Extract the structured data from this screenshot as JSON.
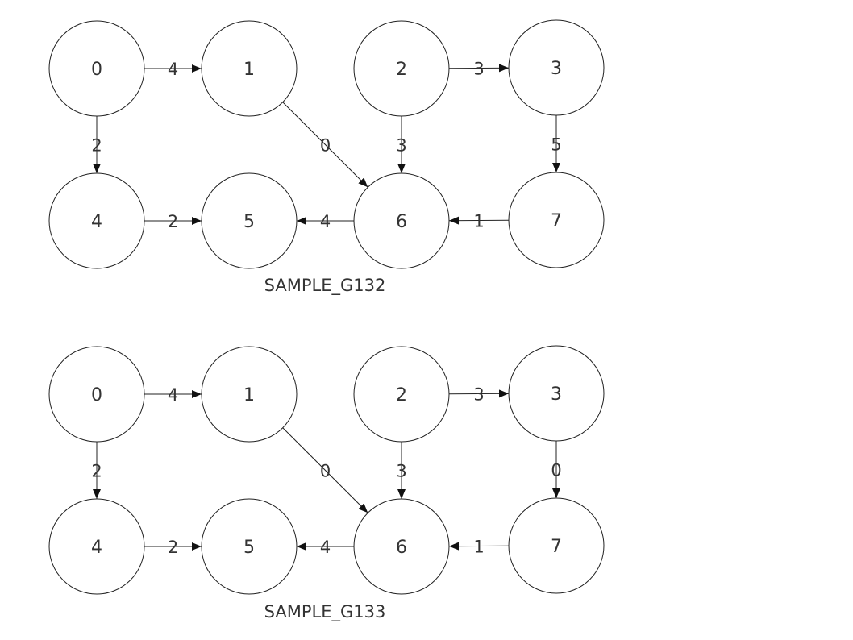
{
  "graphs": [
    {
      "title": "SAMPLE_G132",
      "nodes": [
        {
          "id": "0",
          "label": "0"
        },
        {
          "id": "1",
          "label": "1"
        },
        {
          "id": "2",
          "label": "2"
        },
        {
          "id": "3",
          "label": "3"
        },
        {
          "id": "4",
          "label": "4"
        },
        {
          "id": "5",
          "label": "5"
        },
        {
          "id": "6",
          "label": "6"
        },
        {
          "id": "7",
          "label": "7"
        }
      ],
      "edges": [
        {
          "from": "0",
          "to": "1",
          "label": "4"
        },
        {
          "from": "0",
          "to": "4",
          "label": "2"
        },
        {
          "from": "1",
          "to": "6",
          "label": "0"
        },
        {
          "from": "2",
          "to": "3",
          "label": "3"
        },
        {
          "from": "2",
          "to": "6",
          "label": "3"
        },
        {
          "from": "3",
          "to": "7",
          "label": "5"
        },
        {
          "from": "4",
          "to": "5",
          "label": "2"
        },
        {
          "from": "6",
          "to": "5",
          "label": "4"
        },
        {
          "from": "7",
          "to": "6",
          "label": "1"
        }
      ]
    },
    {
      "title": "SAMPLE_G133",
      "nodes": [
        {
          "id": "0",
          "label": "0"
        },
        {
          "id": "1",
          "label": "1"
        },
        {
          "id": "2",
          "label": "2"
        },
        {
          "id": "3",
          "label": "3"
        },
        {
          "id": "4",
          "label": "4"
        },
        {
          "id": "5",
          "label": "5"
        },
        {
          "id": "6",
          "label": "6"
        },
        {
          "id": "7",
          "label": "7"
        }
      ],
      "edges": [
        {
          "from": "0",
          "to": "1",
          "label": "4"
        },
        {
          "from": "0",
          "to": "4",
          "label": "2"
        },
        {
          "from": "1",
          "to": "6",
          "label": "0"
        },
        {
          "from": "2",
          "to": "3",
          "label": "3"
        },
        {
          "from": "2",
          "to": "6",
          "label": "3"
        },
        {
          "from": "3",
          "to": "7",
          "label": "0"
        },
        {
          "from": "4",
          "to": "5",
          "label": "2"
        },
        {
          "from": "6",
          "to": "5",
          "label": "4"
        },
        {
          "from": "7",
          "to": "6",
          "label": "1"
        }
      ]
    }
  ]
}
